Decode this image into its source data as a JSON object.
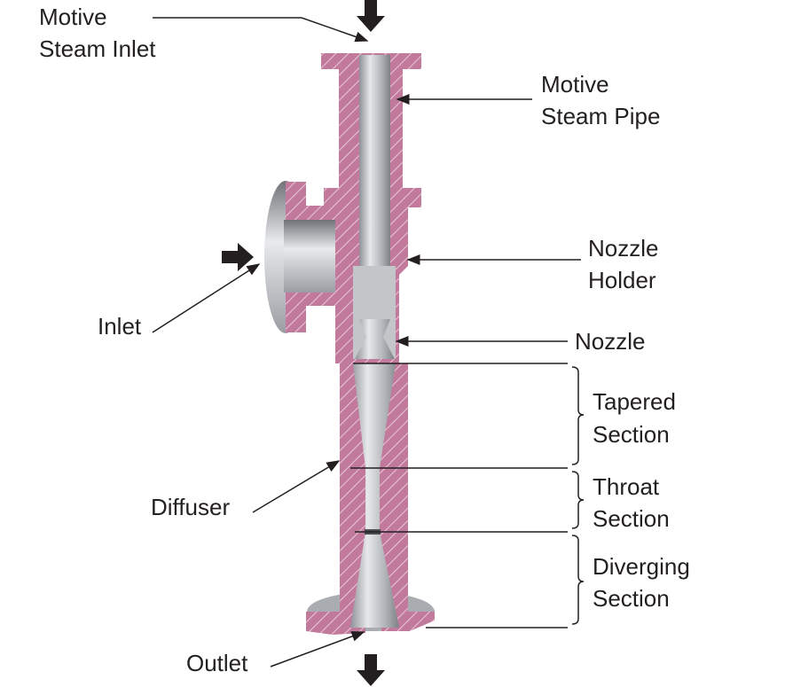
{
  "title": "Steam Ejector Cross Section",
  "colors": {
    "section": "#c27a9c",
    "hatch": "#f3dbe6",
    "metal": "#b9bcc0",
    "ink": "#231f20"
  },
  "labels": {
    "motive_steam_inlet": [
      "Motive",
      "Steam Inlet"
    ],
    "motive_steam_pipe": [
      "Motive",
      "Steam Pipe"
    ],
    "nozzle_holder": [
      "Nozzle",
      "Holder"
    ],
    "nozzle": "Nozzle",
    "inlet": "Inlet",
    "tapered_section": [
      "Tapered",
      "Section"
    ],
    "throat_section": [
      "Throat",
      "Section"
    ],
    "diverging_section": [
      "Diverging",
      "Section"
    ],
    "diffuser": "Diffuser",
    "outlet": "Outlet"
  }
}
